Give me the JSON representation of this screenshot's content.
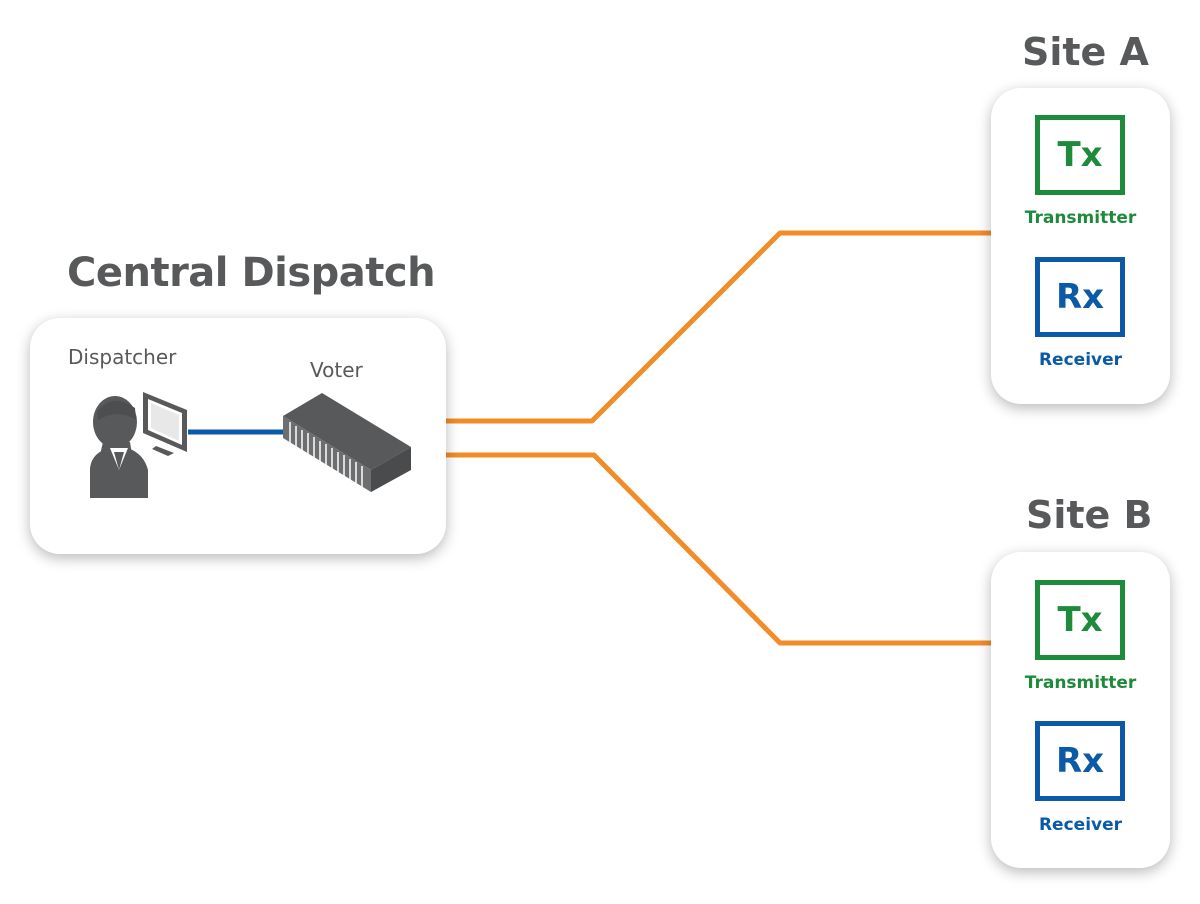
{
  "central": {
    "title": "Central Dispatch",
    "dispatcher_label": "Dispatcher",
    "voter_label": "Voter"
  },
  "site_a": {
    "title": "Site A",
    "tx": "Tx",
    "tx_caption": "Transmitter",
    "rx": "Rx",
    "rx_caption": "Receiver"
  },
  "site_b": {
    "title": "Site B",
    "tx": "Tx",
    "tx_caption": "Transmitter",
    "rx": "Rx",
    "rx_caption": "Receiver"
  },
  "colors": {
    "link": "#f28c28",
    "local_link": "#0a5aa8",
    "tx": "#1e8a3c",
    "rx": "#0a5aa8",
    "text": "#58595b"
  },
  "icons": {
    "dispatcher": "dispatcher-person-computer-icon",
    "voter": "voter-rack-unit-icon"
  }
}
